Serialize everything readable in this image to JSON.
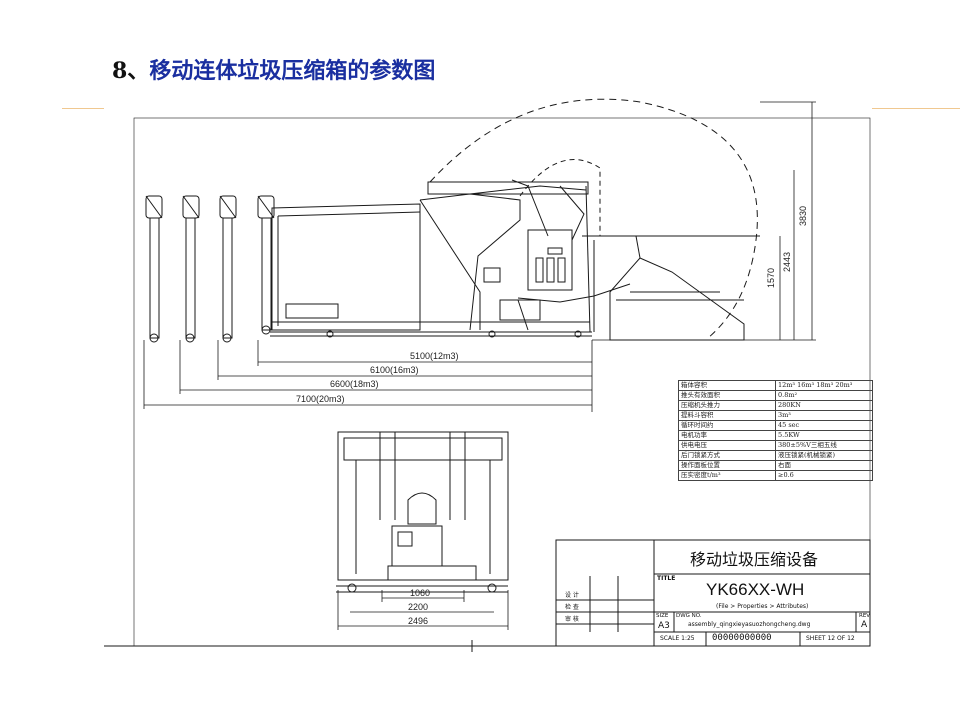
{
  "slide": {
    "title_num": "8、",
    "title_text": "移动连体垃圾压缩箱的参数图"
  },
  "dimensions": {
    "len_12": "5100(12m3)",
    "len_16": "6100(16m3)",
    "len_18": "6600(18m3)",
    "len_20": "7100(20m3)",
    "h_3830": "3830",
    "h_2443": "2443",
    "h_1570": "1570",
    "w_1060": "1060",
    "w_2200": "2200",
    "w_2496": "2496"
  },
  "spec_table": {
    "rows": [
      {
        "k": "箱体容积",
        "v": "12m³ 16m³ 18m³ 20m³"
      },
      {
        "k": "推头有效面积",
        "v": "0.8m²"
      },
      {
        "k": "压缩机头推力",
        "v": "280KN"
      },
      {
        "k": "提料斗容积",
        "v": "3m³"
      },
      {
        "k": "循环时间约",
        "v": "45 sec"
      },
      {
        "k": "电机功率",
        "v": "5.5KW"
      },
      {
        "k": "供电电压",
        "v": "380±5%V三相五线"
      },
      {
        "k": "后门锁紧方式",
        "v": "液压锁紧(机械锁紧)"
      },
      {
        "k": "操作面板位置",
        "v": "右面"
      },
      {
        "k": "压实密度t/m³",
        "v": "≥0.6"
      }
    ]
  },
  "title_block": {
    "product_name": "移动垃圾压缩设备",
    "title_label": "TITLE",
    "model": "YK66XX-WH",
    "attributes_hint": "(File > Properties > Attributes)",
    "rev_label": "REV",
    "rev_value": "A",
    "size_label": "SIZE",
    "size_value": "A3",
    "dwg_label": "DWG NO.",
    "dwg_value": "assembly_qingxieyasuozhongcheng.dwg",
    "scale": "SCALE 1:25",
    "number": "00000000000",
    "sheet": "SHEET 12 OF 12",
    "roles": [
      "设 计",
      "检 查",
      "审 核"
    ]
  }
}
